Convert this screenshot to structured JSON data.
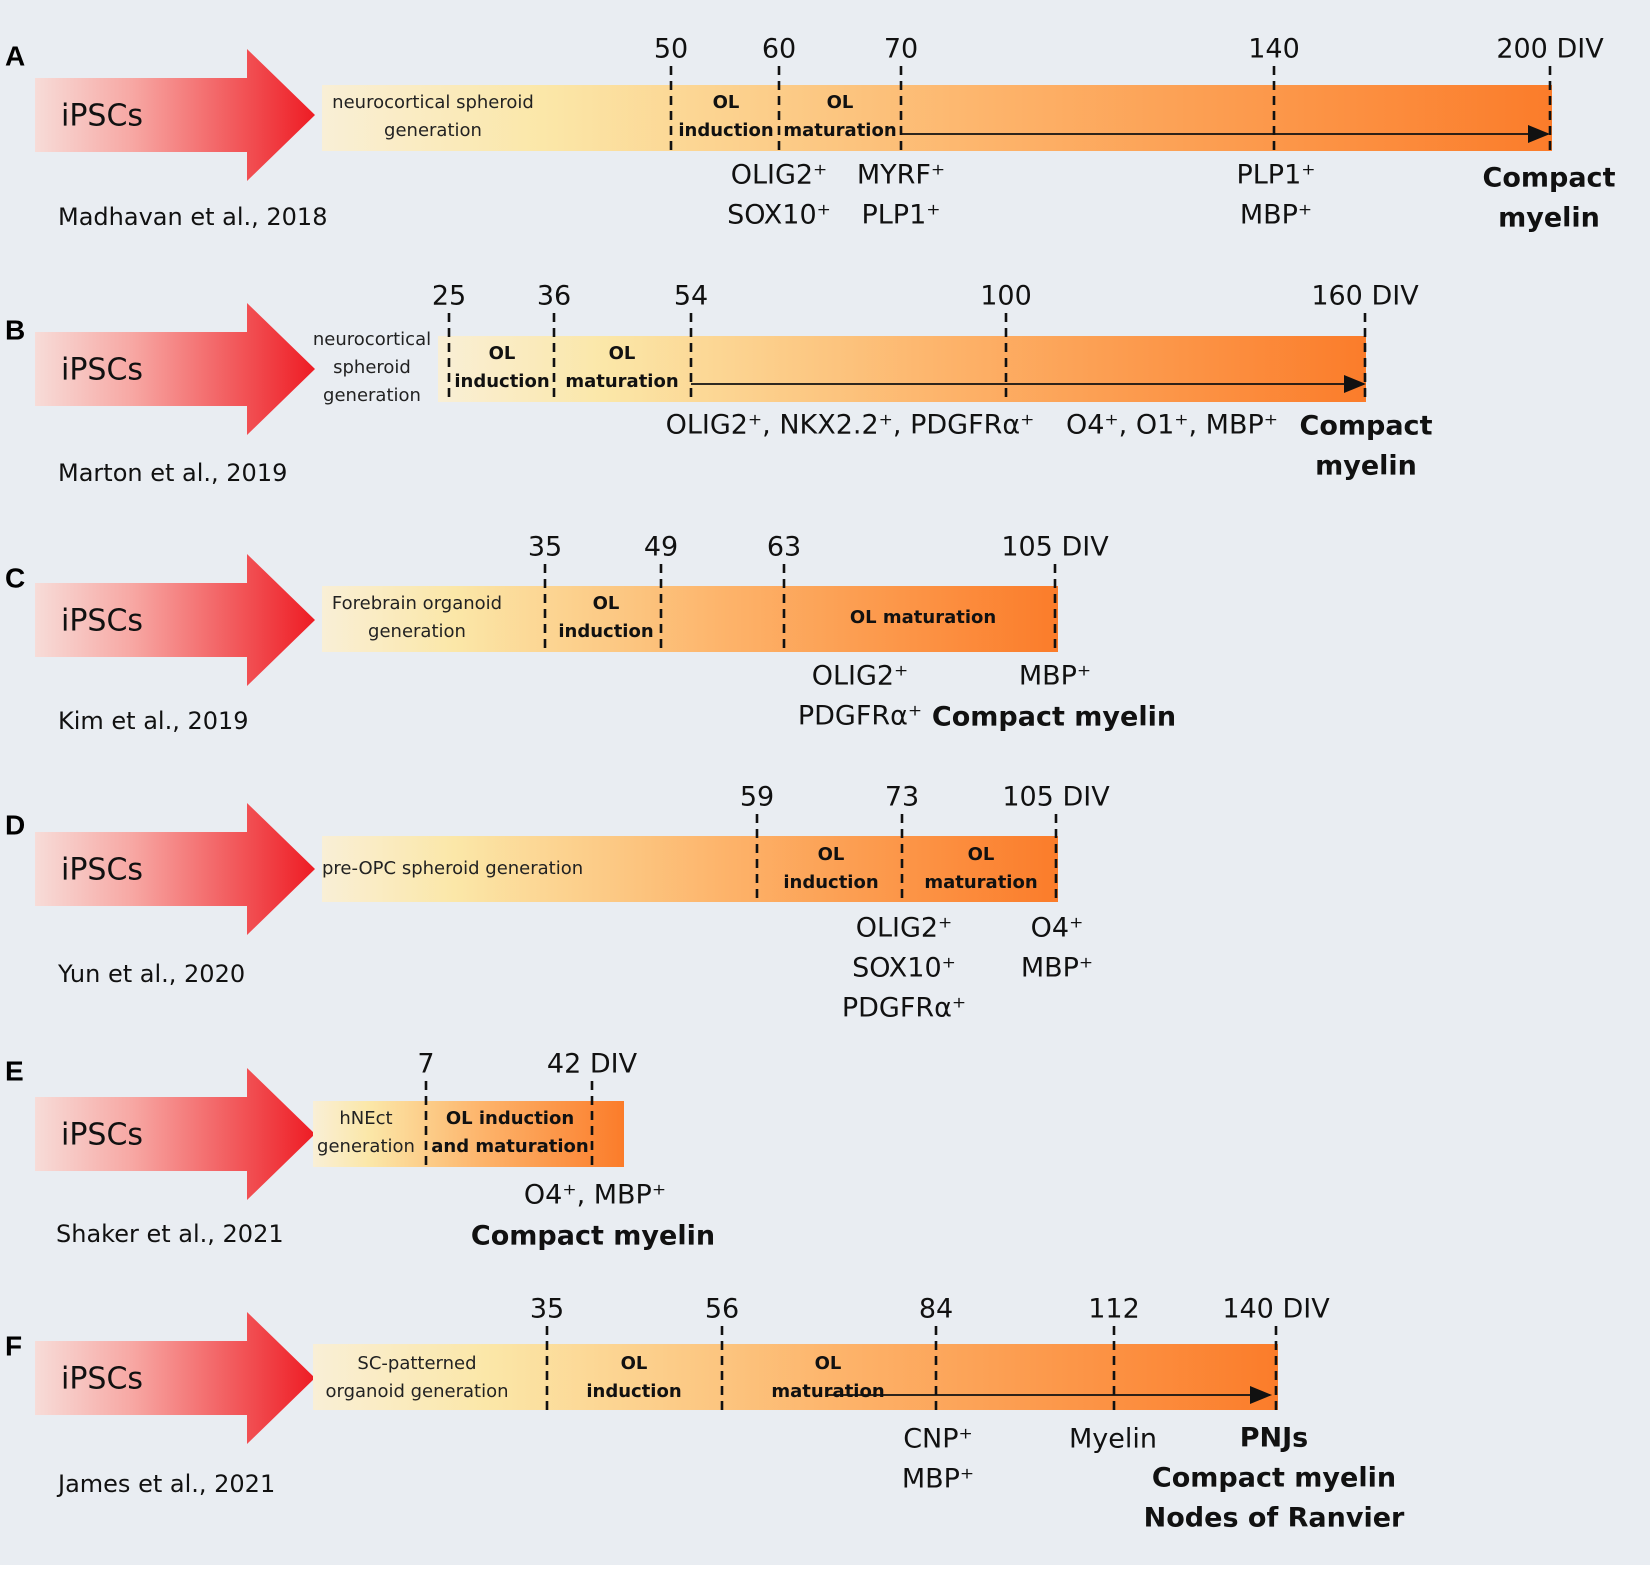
{
  "figure": {
    "start_label": "iPSCs",
    "panels": [
      {
        "id": "A",
        "citation": "Madhavan et al., 2018",
        "ticks": [
          "50",
          "60",
          "70",
          "140",
          "200 DIV"
        ],
        "stages": [
          {
            "lines": [
              "neurocortical spheroid",
              "generation"
            ],
            "bold": false
          },
          {
            "lines": [
              "OL",
              "induction"
            ],
            "bold": true
          },
          {
            "lines": [
              "OL",
              "maturation"
            ],
            "bold": true
          }
        ],
        "markers": [
          {
            "lines": [
              "OLIG2⁺",
              "SOX10⁺"
            ],
            "bold": false
          },
          {
            "lines": [
              "MYRF⁺",
              "PLP1⁺"
            ],
            "bold": false
          },
          {
            "lines": [
              "PLP1⁺",
              "MBP⁺"
            ],
            "bold": false
          },
          {
            "lines": [
              "Compact",
              "myelin"
            ],
            "bold": true
          }
        ]
      },
      {
        "id": "B",
        "citation": "Marton et al., 2019",
        "ticks": [
          "25",
          "36",
          "54",
          "100",
          "160 DIV"
        ],
        "stages": [
          {
            "lines": [
              "neurocortical",
              "spheroid",
              "generation"
            ],
            "bold": false
          },
          {
            "lines": [
              "OL",
              "induction"
            ],
            "bold": true
          },
          {
            "lines": [
              "OL",
              "maturation"
            ],
            "bold": true
          }
        ],
        "markers": [
          {
            "lines": [
              "OLIG2⁺, NKX2.2⁺, PDGFRα⁺"
            ],
            "bold": false
          },
          {
            "lines": [
              "O4⁺, O1⁺, MBP⁺"
            ],
            "bold": false
          },
          {
            "lines": [
              "Compact",
              "myelin"
            ],
            "bold": true
          }
        ]
      },
      {
        "id": "C",
        "citation": "Kim et al., 2019",
        "ticks": [
          "35",
          "49",
          "63",
          "105 DIV"
        ],
        "stages": [
          {
            "lines": [
              "Forebrain organoid",
              "generation"
            ],
            "bold": false
          },
          {
            "lines": [
              "OL",
              "induction"
            ],
            "bold": true
          },
          {
            "lines": [
              "OL maturation"
            ],
            "bold": true
          }
        ],
        "markers": [
          {
            "lines": [
              "OLIG2⁺",
              "PDGFRα⁺"
            ],
            "bold": false
          },
          {
            "lines": [
              "MBP⁺"
            ],
            "bold": false
          },
          {
            "lines": [
              "Compact myelin"
            ],
            "bold": true
          }
        ]
      },
      {
        "id": "D",
        "citation": "Yun et al., 2020",
        "ticks": [
          "59",
          "73",
          "105 DIV"
        ],
        "stages": [
          {
            "lines": [
              "pre-OPC spheroid generation"
            ],
            "bold": false
          },
          {
            "lines": [
              "OL",
              "induction"
            ],
            "bold": true
          },
          {
            "lines": [
              "OL",
              "maturation"
            ],
            "bold": true
          }
        ],
        "markers": [
          {
            "lines": [
              "OLIG2⁺",
              "SOX10⁺",
              "PDGFRα⁺"
            ],
            "bold": false
          },
          {
            "lines": [
              "O4⁺",
              "MBP⁺"
            ],
            "bold": false
          }
        ]
      },
      {
        "id": "E",
        "citation": "Shaker et al., 2021",
        "ticks": [
          "7",
          "42 DIV"
        ],
        "stages": [
          {
            "lines": [
              "hNEct",
              "generation"
            ],
            "bold": false
          },
          {
            "lines": [
              "OL induction",
              "and maturation"
            ],
            "bold": true
          }
        ],
        "markers": [
          {
            "lines": [
              "O4⁺, MBP⁺"
            ],
            "bold": false
          },
          {
            "lines": [
              "Compact myelin"
            ],
            "bold": true
          }
        ]
      },
      {
        "id": "F",
        "citation": "James et al., 2021",
        "ticks": [
          "35",
          "56",
          "84",
          "112",
          "140 DIV"
        ],
        "stages": [
          {
            "lines": [
              "SC-patterned",
              "organoid generation"
            ],
            "bold": false
          },
          {
            "lines": [
              "OL",
              "induction"
            ],
            "bold": true
          },
          {
            "lines": [
              "OL",
              "maturation"
            ],
            "bold": true
          }
        ],
        "markers": [
          {
            "lines": [
              "CNP⁺",
              "MBP⁺"
            ],
            "bold": false
          },
          {
            "lines": [
              "Myelin"
            ],
            "bold": false
          },
          {
            "lines": [
              "PNJs",
              "Compact myelin",
              "Nodes of Ranvier"
            ],
            "bold": true
          }
        ]
      }
    ]
  }
}
